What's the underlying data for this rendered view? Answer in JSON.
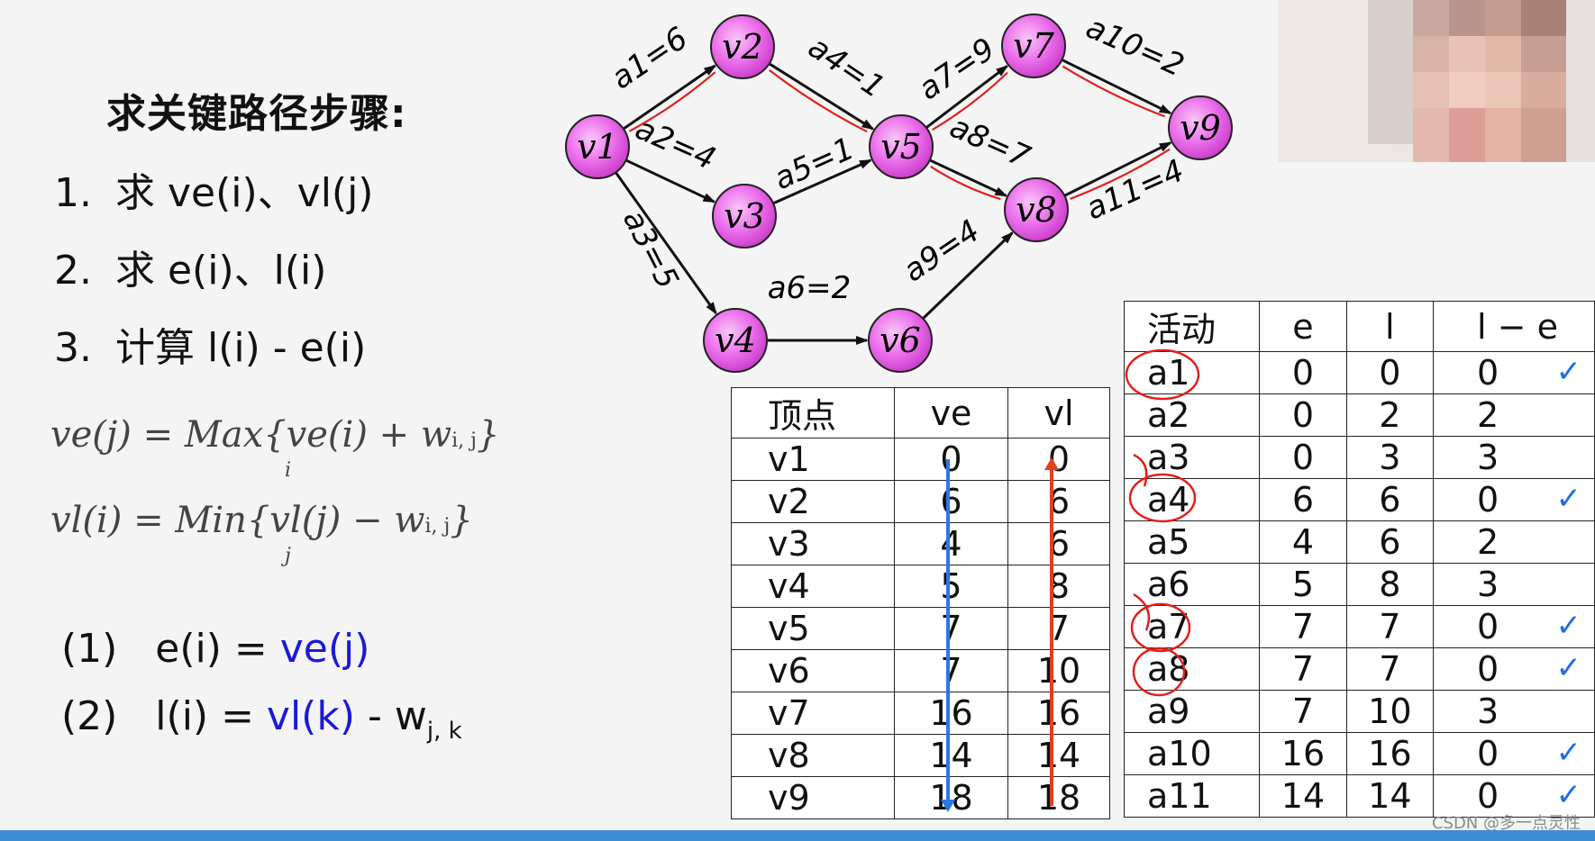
{
  "title": "求关键路径步骤:",
  "steps": [
    {
      "num": "1.",
      "text": "求 ve(i)、vl(j)"
    },
    {
      "num": "2.",
      "text": "求 e(i)、l(i)"
    },
    {
      "num": "3.",
      "text": "计算 l(i) - e(i)"
    }
  ],
  "formulas": {
    "ve_lhs": "ve(j)  =  ",
    "ve_op": "Max",
    "ve_under": "i",
    "ve_rhs": "{ve(i) + w",
    "ve_sub": "i, j",
    "ve_close": "}",
    "vl_lhs": "vl(i)  =  ",
    "vl_op": "Min",
    "vl_under": "j",
    "vl_rhs": "{vl(j) − w",
    "vl_sub": "i, j",
    "vl_close": "}"
  },
  "rules": {
    "r1_label": "(1)",
    "r1_left": "e(i) = ",
    "r1_right": "ve(j)",
    "r2_label": "(2)",
    "r2_left": "l(i) = ",
    "r2_right": "vl(k)",
    "r2_minus": " - w",
    "r2_sub": "j, k"
  },
  "graph": {
    "nodes": [
      {
        "id": "v1",
        "label": "v1"
      },
      {
        "id": "v2",
        "label": "v2"
      },
      {
        "id": "v3",
        "label": "v3"
      },
      {
        "id": "v4",
        "label": "v4"
      },
      {
        "id": "v5",
        "label": "v5"
      },
      {
        "id": "v6",
        "label": "v6"
      },
      {
        "id": "v7",
        "label": "v7"
      },
      {
        "id": "v8",
        "label": "v8"
      },
      {
        "id": "v9",
        "label": "v9"
      }
    ],
    "edges": [
      {
        "from": "v1",
        "to": "v2",
        "label": "a1=6",
        "critical": true
      },
      {
        "from": "v1",
        "to": "v3",
        "label": "a2=4",
        "critical": false
      },
      {
        "from": "v1",
        "to": "v4",
        "label": "a3=5",
        "critical": false
      },
      {
        "from": "v2",
        "to": "v5",
        "label": "a4=1",
        "critical": true
      },
      {
        "from": "v3",
        "to": "v5",
        "label": "a5=1",
        "critical": false
      },
      {
        "from": "v4",
        "to": "v6",
        "label": "a6=2",
        "critical": false
      },
      {
        "from": "v5",
        "to": "v7",
        "label": "a7=9",
        "critical": true
      },
      {
        "from": "v5",
        "to": "v8",
        "label": "a8=7",
        "critical": true
      },
      {
        "from": "v6",
        "to": "v8",
        "label": "a9=4",
        "critical": false
      },
      {
        "from": "v7",
        "to": "v9",
        "label": "a10=2",
        "critical": true
      },
      {
        "from": "v8",
        "to": "v9",
        "label": "a11=4",
        "critical": true
      }
    ],
    "node_color": "#e55ce5",
    "critical_color": "#e0201c"
  },
  "vertex_table": {
    "headers": [
      "顶点",
      "ve",
      "vl"
    ],
    "rows": [
      [
        "v1",
        "0",
        "0"
      ],
      [
        "v2",
        "6",
        "6"
      ],
      [
        "v3",
        "4",
        "6"
      ],
      [
        "v4",
        "5",
        "8"
      ],
      [
        "v5",
        "7",
        "7"
      ],
      [
        "v6",
        "7",
        "10"
      ],
      [
        "v7",
        "16",
        "16"
      ],
      [
        "v8",
        "14",
        "14"
      ],
      [
        "v9",
        "18",
        "18"
      ]
    ],
    "ve_arrow_color": "#2a78e4",
    "vl_arrow_color": "#e0401c"
  },
  "activity_table": {
    "headers": [
      "活动",
      "e",
      "l",
      "l − e"
    ],
    "rows": [
      [
        "a1",
        "0",
        "0",
        "0"
      ],
      [
        "a2",
        "0",
        "2",
        "2"
      ],
      [
        "a3",
        "0",
        "3",
        "3"
      ],
      [
        "a4",
        "6",
        "6",
        "0"
      ],
      [
        "a5",
        "4",
        "6",
        "2"
      ],
      [
        "a6",
        "5",
        "8",
        "3"
      ],
      [
        "a7",
        "7",
        "7",
        "0"
      ],
      [
        "a8",
        "7",
        "7",
        "0"
      ],
      [
        "a9",
        "7",
        "10",
        "3"
      ],
      [
        "a10",
        "16",
        "16",
        "0"
      ],
      [
        "a11",
        "14",
        "14",
        "0"
      ]
    ],
    "check_mark": "✓",
    "check_color": "#1e6fe0"
  },
  "watermark": "CSDN @多一点灵性"
}
